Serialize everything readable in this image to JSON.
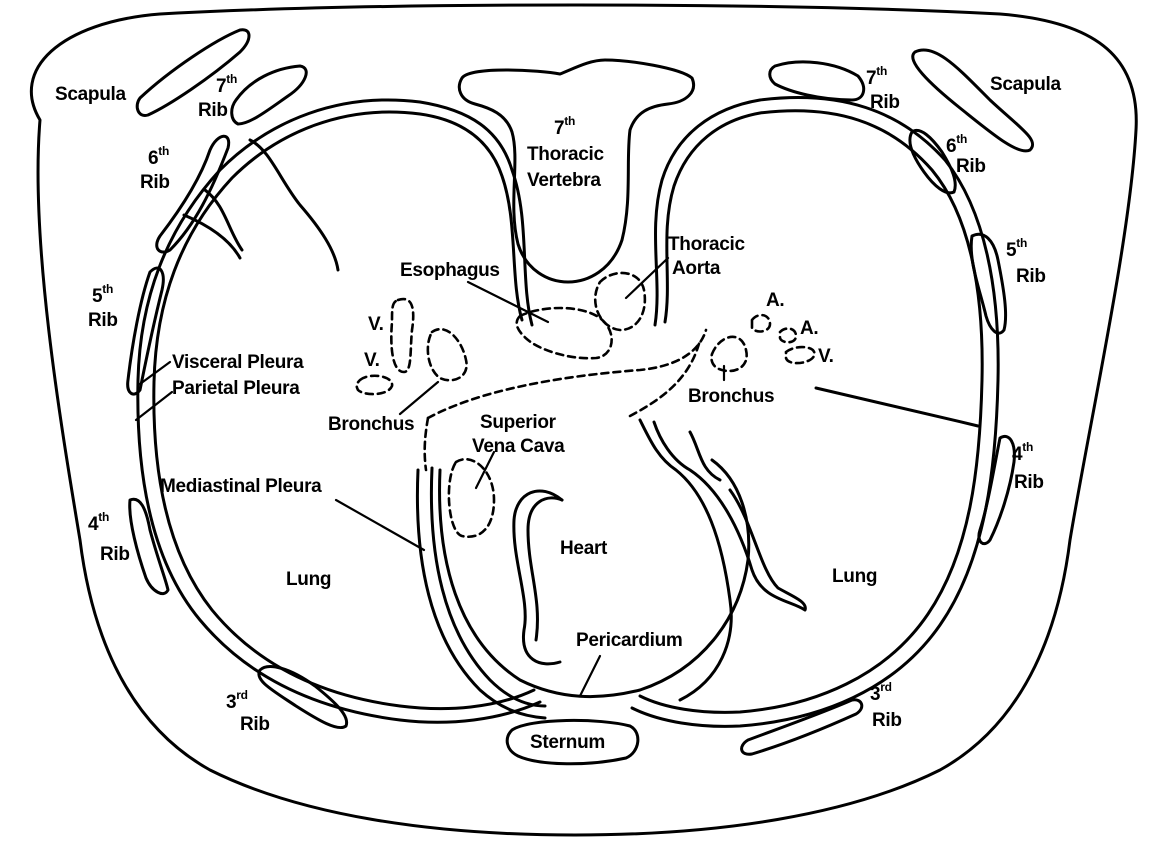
{
  "labels": {
    "scapula_left": "Scapula",
    "scapula_right": "Scapula",
    "rib7_left_num": "7",
    "rib7_left_sup": "th",
    "rib7_left_word": "Rib",
    "rib7_right_num": "7",
    "rib7_right_sup": "th",
    "rib7_right_word": "Rib",
    "rib6_left_num": "6",
    "rib6_left_sup": "th",
    "rib6_left_word": "Rib",
    "rib6_right_num": "6",
    "rib6_right_sup": "th",
    "rib6_right_word": "Rib",
    "rib5_left_num": "5",
    "rib5_left_sup": "th",
    "rib5_left_word": "Rib",
    "rib5_right_num": "5",
    "rib5_right_sup": "th",
    "rib5_right_word": "Rib",
    "rib4_left_num": "4",
    "rib4_left_sup": "th",
    "rib4_left_word": "Rib",
    "rib4_right_num": "4",
    "rib4_right_sup": "th",
    "rib4_right_word": "Rib",
    "rib3_left_num": "3",
    "rib3_left_sup": "rd",
    "rib3_left_word": "Rib",
    "rib3_right_num": "3",
    "rib3_right_sup": "rd",
    "rib3_right_word": "Rib",
    "vertebra_num": "7",
    "vertebra_sup": "th",
    "vertebra_line1": "Thoracic",
    "vertebra_line2": "Vertebra",
    "aorta_line1": "Thoracic",
    "aorta_line2": "Aorta",
    "esophagus": "Esophagus",
    "vein_upper": "V.",
    "vein_lower": "V.",
    "visceral_pleura": "Visceral Pleura",
    "parietal_pleura": "Parietal Pleura",
    "bronchus_left": "Bronchus",
    "bronchus_right": "Bronchus",
    "artery_upper": "A.",
    "artery_lower": "A.",
    "vein_right": "V.",
    "svc_line1": "Superior",
    "svc_line2": "Vena Cava",
    "mediastinal_pleura": "Mediastinal Pleura",
    "heart": "Heart",
    "lung_left": "Lung",
    "lung_right": "Lung",
    "pericardium": "Pericardium",
    "sternum": "Sternum"
  }
}
